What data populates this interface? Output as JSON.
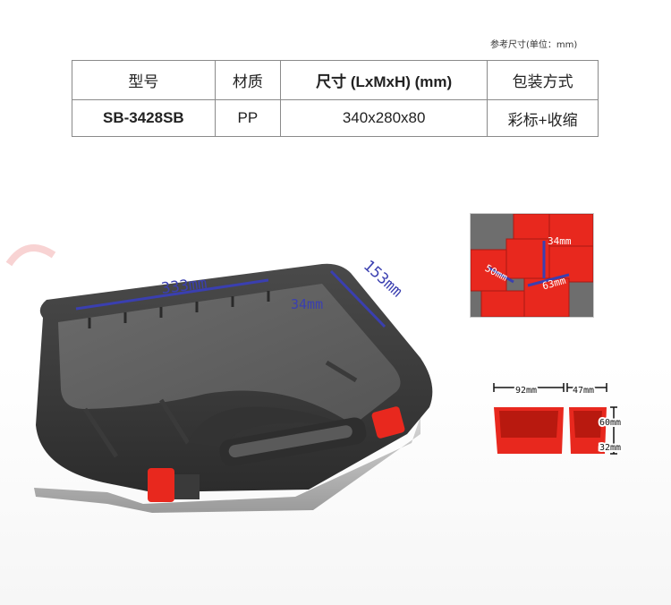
{
  "unit_note": "参考尺寸(单位：mm)",
  "spec_table": {
    "headers": [
      "型号",
      "材质",
      "尺寸 (LxMxH) (mm)",
      "包装方式"
    ],
    "row": [
      "SB-3428SB",
      "PP",
      "340x280x80",
      "彩标+收缩"
    ]
  },
  "main_photo": {
    "dim_length": "333mm",
    "dim_width": "153mm",
    "dim_depth": "34mm"
  },
  "inset_photo": {
    "dim_a": "34mm",
    "dim_b": "50mm",
    "dim_c": "63mm"
  },
  "bins_diagram": {
    "width_large": "92mm",
    "width_small": "47mm",
    "height_a": "60mm",
    "height_b": "32mm"
  },
  "colors": {
    "case_dark": "#3a3a3a",
    "accent_red": "#e8281e",
    "dimension_blue": "#3a3fb0"
  }
}
